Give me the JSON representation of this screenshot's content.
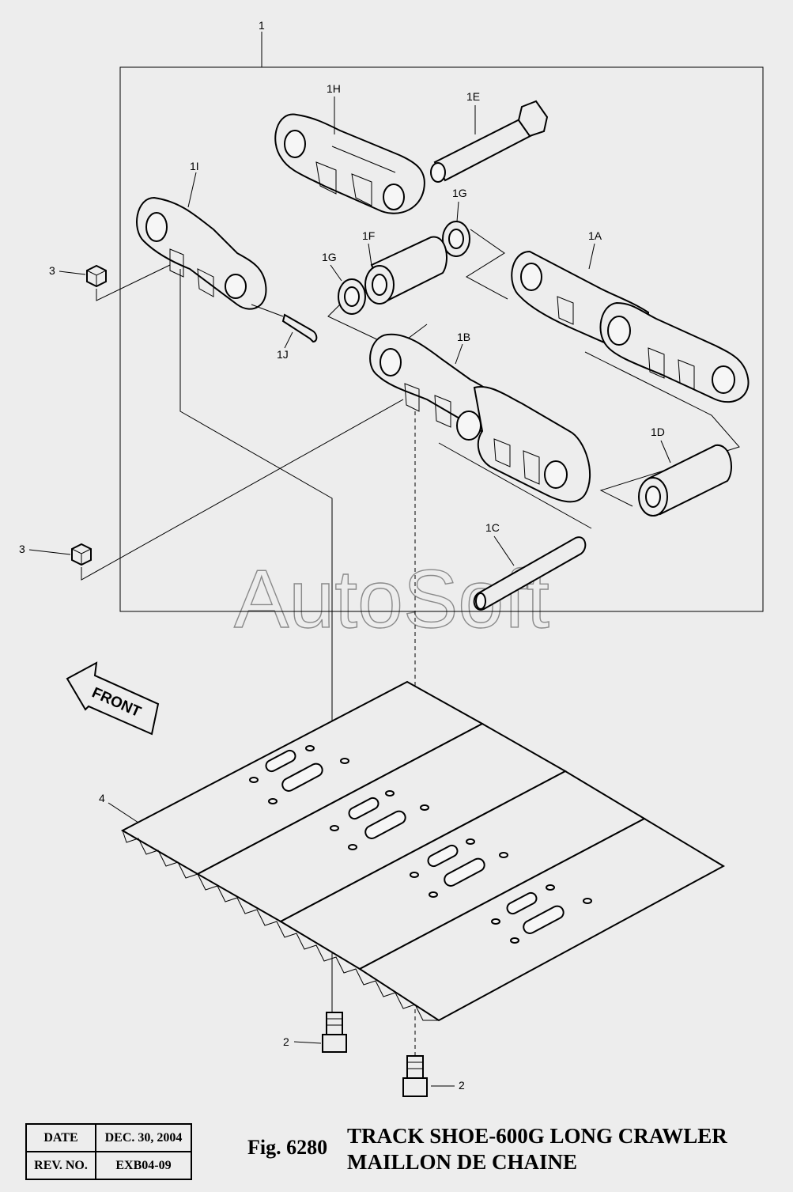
{
  "watermark": "AutoSoft",
  "labels": {
    "assembly": "1",
    "link_1h": "1H",
    "pin_1e": "1E",
    "link_1i": "1I",
    "seal_1g_top": "1G",
    "bushing_1f": "1F",
    "link_1a": "1A",
    "seal_1g_left": "1G",
    "nut_3_top": "3",
    "clip_1j": "1J",
    "link_1b": "1B",
    "bushing_1d": "1D",
    "pin_1c": "1C",
    "nut_3_bottom": "3",
    "shoe_4": "4",
    "bolt_2_left": "2",
    "bolt_2_right": "2"
  },
  "front_arrow": "FRONT",
  "title_block": {
    "date_label": "DATE",
    "date_value": "DEC. 30, 2004",
    "rev_label": "REV. NO.",
    "rev_value": "EXB04-09"
  },
  "figure_number": "Fig. 6280",
  "caption": {
    "line1": "TRACK SHOE-600G LONG CRAWLER",
    "line2": "MAILLON DE CHAINE"
  }
}
